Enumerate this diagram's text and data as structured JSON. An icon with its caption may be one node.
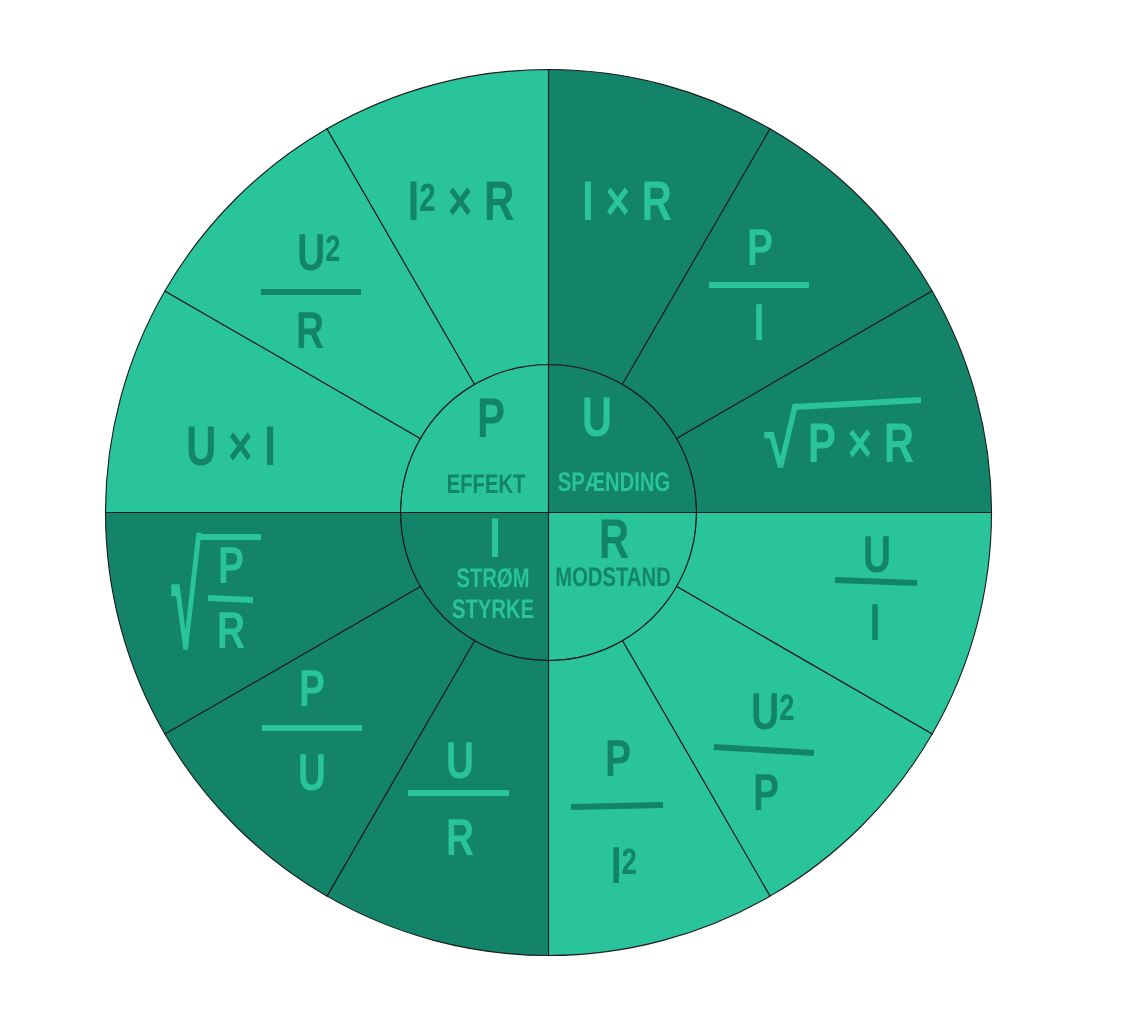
{
  "diagram": {
    "nodes": [
      {
        "text": [
          "P",
          "EFFEKT"
        ]
      },
      {
        "text": [
          "U",
          "SPÆNDING"
        ]
      },
      {
        "text": [
          "I",
          "STRØM STYRKE"
        ]
      },
      {
        "text": [
          "R",
          "MODSTAND"
        ]
      },
      {
        "text": [
          "I × R"
        ]
      },
      {
        "text": [
          "P",
          "I"
        ]
      },
      {
        "text": [
          "√",
          "P × R"
        ]
      },
      {
        "text": [
          "U",
          "I"
        ]
      },
      {
        "text": [
          "U$^{2}$",
          "P"
        ]
      },
      {
        "text": [
          "P",
          "I$^{2}$"
        ]
      },
      {
        "text": [
          "U",
          "R"
        ]
      },
      {
        "text": [
          "P",
          "U"
        ]
      },
      {
        "text": [
          "√",
          "P",
          "R"
        ]
      },
      {
        "text": [
          "U × I"
        ]
      },
      {
        "text": [
          "U$^{2}$",
          "R"
        ]
      },
      {
        "text": [
          "I$^{2}$ × R"
        ]
      }
    ]
  }
}
